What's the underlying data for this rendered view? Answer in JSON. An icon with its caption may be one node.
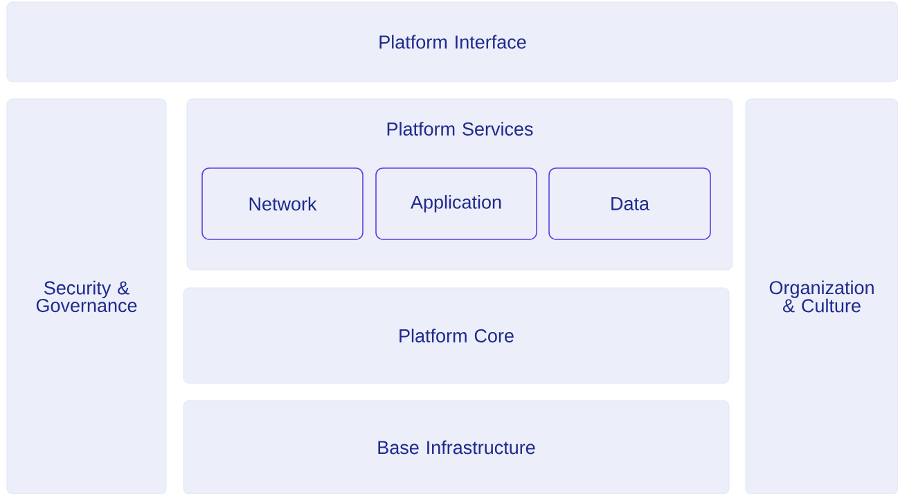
{
  "diagram": {
    "nodes": [
      {
        "text": [
          "Platform Interface"
        ]
      },
      {
        "text": [
          "Security & Governance"
        ]
      },
      {
        "text": [
          "Platform Services"
        ]
      },
      {
        "text": [
          "Network"
        ],
        "in": 2
      },
      {
        "text": [
          "Application"
        ],
        "in": 2
      },
      {
        "text": [
          "Data"
        ],
        "in": 2
      },
      {
        "text": [
          "Platform Core"
        ]
      },
      {
        "text": [
          "Base Infrastructure"
        ]
      },
      {
        "text": [
          "Organization & Culture"
        ]
      }
    ]
  }
}
